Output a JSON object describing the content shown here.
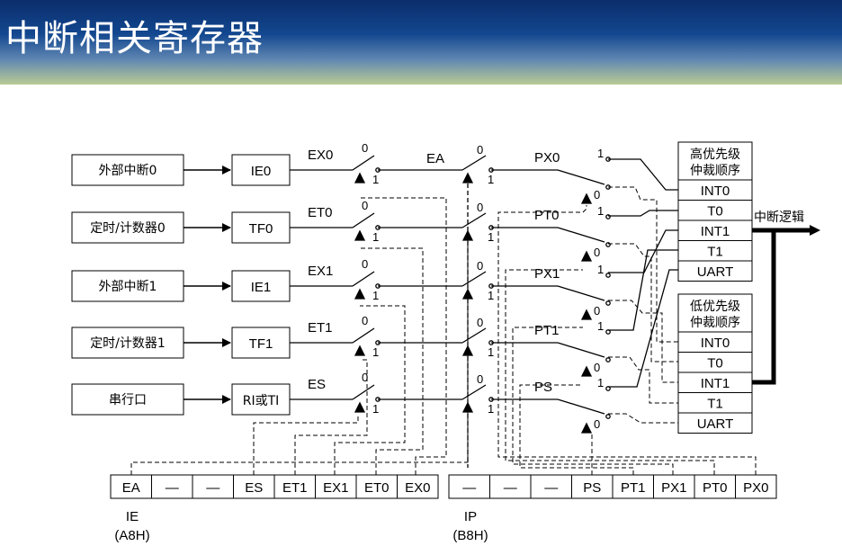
{
  "title": "中断相关寄存器",
  "sources": [
    "外部中断0",
    "定时/计数器0",
    "外部中断1",
    "定时/计数器1",
    "串行口"
  ],
  "flags": [
    "IE0",
    "TF0",
    "IE1",
    "TF1",
    "RI或TI"
  ],
  "enable_switches": [
    "EX0",
    "ET0",
    "EX1",
    "ET1",
    "ES"
  ],
  "ea_label": "EA",
  "priority_switches": [
    "PX0",
    "PT0",
    "PX1",
    "PT1",
    "PS"
  ],
  "switch_values": {
    "zero": "0",
    "one": "1"
  },
  "high_priority": {
    "title_line1": "高优先级",
    "title_line2": "仲裁顺序",
    "items": [
      "INT0",
      "T0",
      "INT1",
      "T1",
      "UART"
    ]
  },
  "low_priority": {
    "title_line1": "低优先级",
    "title_line2": "仲裁顺序",
    "items": [
      "INT0",
      "T0",
      "INT1",
      "T1",
      "UART"
    ]
  },
  "output_label": "中断逻辑",
  "ie_register": {
    "name": "IE",
    "address": "(A8H)",
    "bits": [
      "EA",
      "—",
      "—",
      "ES",
      "ET1",
      "EX1",
      "ET0",
      "EX0"
    ]
  },
  "ip_register": {
    "name": "IP",
    "address": "(B8H)",
    "bits": [
      "—",
      "—",
      "—",
      "PS",
      "PT1",
      "PX1",
      "PT0",
      "PX0"
    ]
  }
}
